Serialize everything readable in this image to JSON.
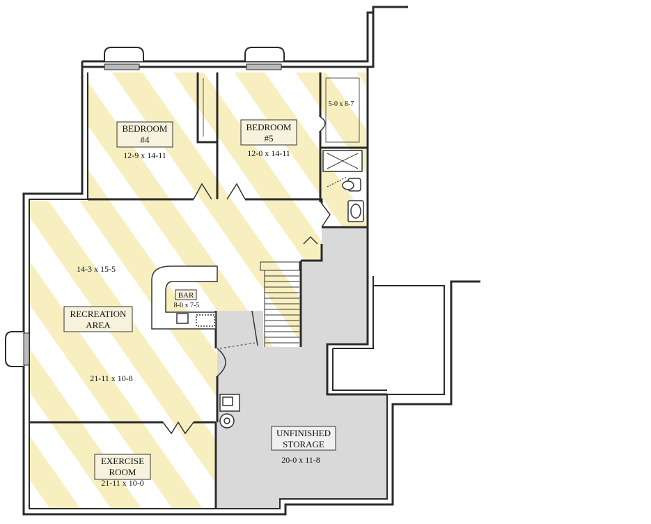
{
  "colors": {
    "stripe_yellow": "#f8efc0",
    "unfinished_gray": "#d9d9d9",
    "wall": "#2a2a2a",
    "label_box": "#f7f2dc"
  },
  "rooms": {
    "bedroom4": {
      "name_line1": "BEDROOM",
      "name_line2": "#4",
      "size": "12-9 x 14-11"
    },
    "bedroom5": {
      "name_line1": "BEDROOM",
      "name_line2": "#5",
      "size": "12-0 x 14-11"
    },
    "closet": {
      "size": "5-0 x 8-7"
    },
    "recreation": {
      "name_line1": "RECREATION",
      "name_line2": "AREA",
      "size_upper": "14-3 x 15-5",
      "size_lower": "21-11 x 10-8"
    },
    "bar": {
      "name": "BAR",
      "size": "8-0 x 7-5"
    },
    "exercise": {
      "name_line1": "EXERCISE",
      "name_line2": "ROOM",
      "size": "21-11 x 10-0"
    },
    "storage": {
      "name_line1": "UNFINISHED",
      "name_line2": "STORAGE",
      "size": "20-0 x 11-8"
    }
  }
}
